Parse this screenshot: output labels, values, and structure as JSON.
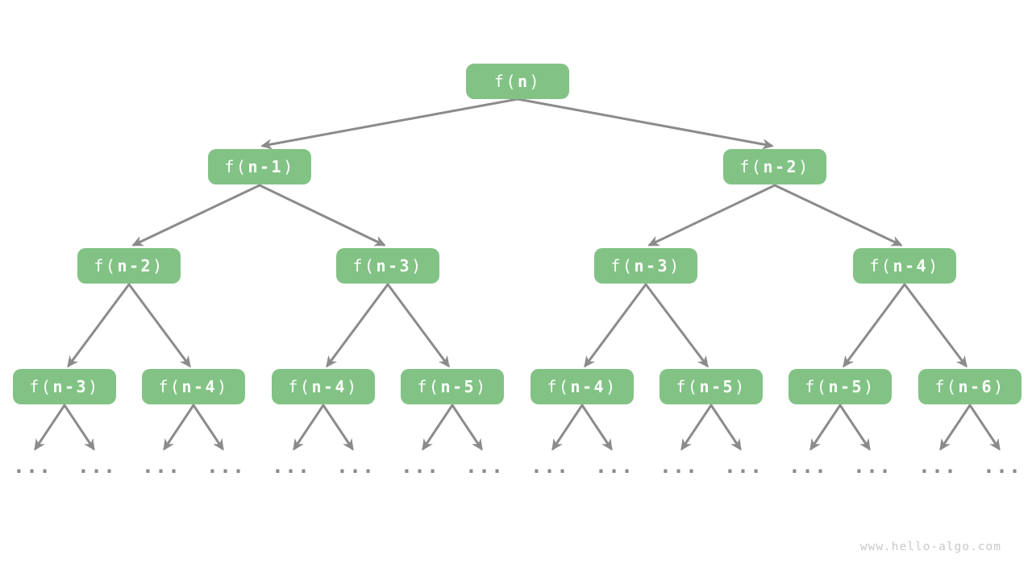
{
  "colors": {
    "node_fill": "#82c385",
    "node_text": "#ffffff",
    "edge": "#8b8b8b",
    "watermark": "#c9c9c9",
    "background": "#ffffff"
  },
  "ellipsis": "...",
  "watermark": "www.hello-algo.com",
  "nodes": [
    {
      "open": "f(",
      "arg": "n",
      "close": ")"
    },
    {
      "open": "f(",
      "arg": "n-1",
      "close": ")"
    },
    {
      "open": "f(",
      "arg": "n-2",
      "close": ")"
    },
    {
      "open": "f(",
      "arg": "n-2",
      "close": ")"
    },
    {
      "open": "f(",
      "arg": "n-3",
      "close": ")"
    },
    {
      "open": "f(",
      "arg": "n-3",
      "close": ")"
    },
    {
      "open": "f(",
      "arg": "n-4",
      "close": ")"
    },
    {
      "open": "f(",
      "arg": "n-3",
      "close": ")"
    },
    {
      "open": "f(",
      "arg": "n-4",
      "close": ")"
    },
    {
      "open": "f(",
      "arg": "n-4",
      "close": ")"
    },
    {
      "open": "f(",
      "arg": "n-5",
      "close": ")"
    },
    {
      "open": "f(",
      "arg": "n-4",
      "close": ")"
    },
    {
      "open": "f(",
      "arg": "n-5",
      "close": ")"
    },
    {
      "open": "f(",
      "arg": "n-5",
      "close": ")"
    },
    {
      "open": "f(",
      "arg": "n-6",
      "close": ")"
    }
  ]
}
